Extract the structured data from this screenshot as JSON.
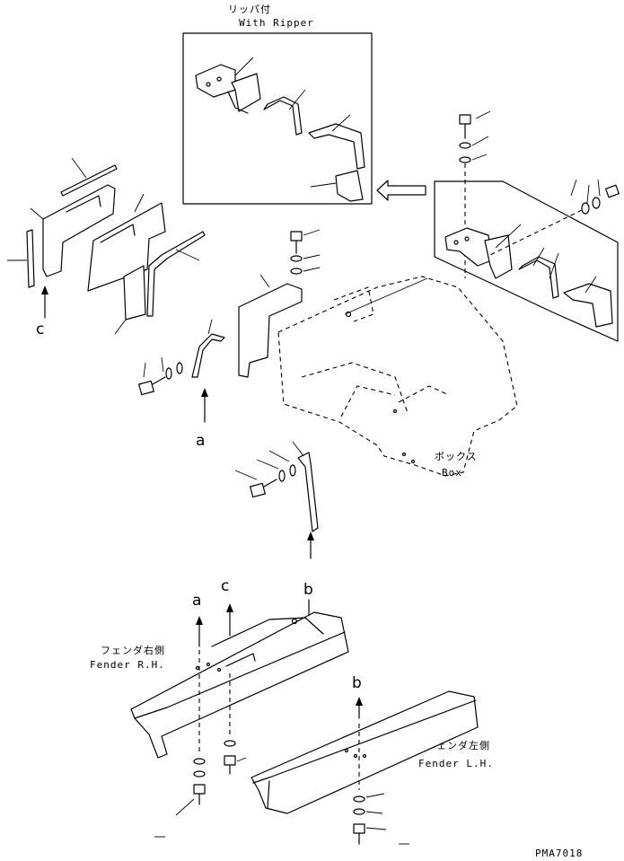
{
  "labels": {
    "ripper_jp": "リッパ付",
    "ripper_en": "With Ripper",
    "box_jp": "ボックス",
    "box_en": "Box",
    "fender_rh_jp": "フェンダ右側",
    "fender_rh_en": "Fender R.H.",
    "fender_lh_jp": "フェンダ左側",
    "fender_lh_en": "Fender L.H.",
    "code": "PMA7018"
  },
  "markers": {
    "a": "a",
    "b": "b",
    "c": "c"
  }
}
